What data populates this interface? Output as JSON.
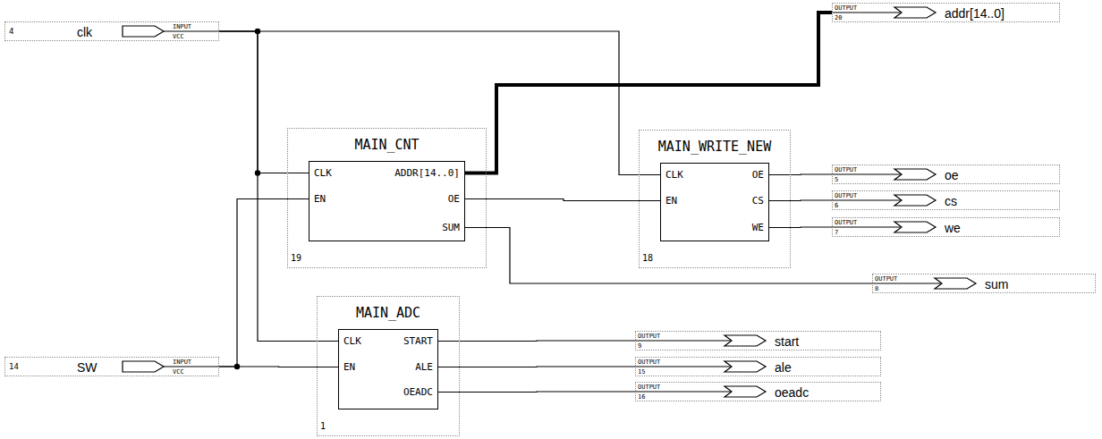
{
  "diagram": {
    "nodes": [
      {
        "text": [
          "4",
          "clk",
          "INPUT",
          "VCC"
        ]
      },
      {
        "text": [
          "OUTPUT",
          "20",
          "addr[14..0]"
        ]
      },
      {
        "text": [
          "MAIN_CNT",
          "CLK",
          "EN",
          "ADDR[14..0]",
          "OE",
          "SUM",
          "19"
        ]
      },
      {
        "text": [
          "MAIN_WRITE_NEW",
          "CLK",
          "EN",
          "OE",
          "CS",
          "WE",
          "18"
        ]
      },
      {
        "text": [
          "OUTPUT",
          "5",
          "oe"
        ]
      },
      {
        "text": [
          "OUTPUT",
          "6",
          "cs"
        ]
      },
      {
        "text": [
          "OUTPUT",
          "7",
          "we"
        ]
      },
      {
        "text": [
          "OUTPUT",
          "8",
          "sum"
        ]
      },
      {
        "text": [
          "MAIN_ADC",
          "CLK",
          "EN",
          "START",
          "ALE",
          "OEADC",
          "1"
        ]
      },
      {
        "text": [
          "OUTPUT",
          "9",
          "start"
        ]
      },
      {
        "text": [
          "OUTPUT",
          "15",
          "ale"
        ]
      },
      {
        "text": [
          "OUTPUT",
          "16",
          "oeadc"
        ]
      },
      {
        "text": [
          "14",
          "SW",
          "INPUT",
          "VCC"
        ]
      }
    ],
    "edges": [
      {
        "from": 0,
        "to": 2,
        "arrow": "none"
      },
      {
        "from": 0,
        "to": 3,
        "arrow": "none"
      },
      {
        "from": 0,
        "to": 8,
        "arrow": "none"
      },
      {
        "from": 2,
        "to": 1,
        "arrow": "none"
      },
      {
        "from": 2,
        "to": 3,
        "arrow": "none"
      },
      {
        "from": 3,
        "to": 4,
        "arrow": "none"
      },
      {
        "from": 3,
        "to": 5,
        "arrow": "none"
      },
      {
        "from": 3,
        "to": 6,
        "arrow": "none"
      },
      {
        "from": 2,
        "to": 7,
        "arrow": "none"
      },
      {
        "from": 8,
        "to": 9,
        "arrow": "none"
      },
      {
        "from": 8,
        "to": 10,
        "arrow": "none"
      },
      {
        "from": 8,
        "to": 11,
        "arrow": "none"
      },
      {
        "from": 12,
        "to": 2,
        "arrow": "none"
      },
      {
        "from": 12,
        "to": 8,
        "arrow": "none"
      }
    ]
  }
}
